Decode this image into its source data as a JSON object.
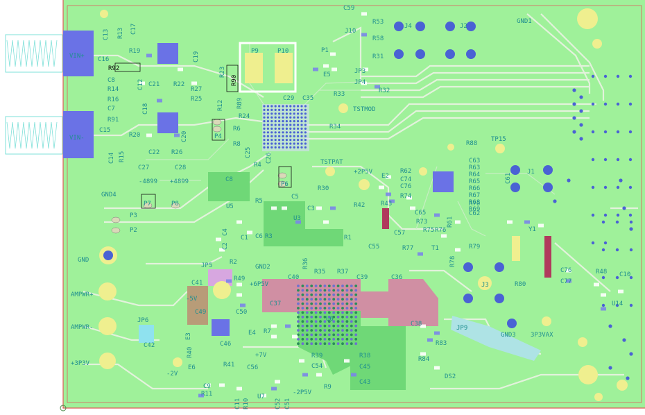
{
  "colors": {
    "board": "#9ff19a",
    "silk": "#1f8f8f",
    "trace": "#e3f2dc",
    "edge_outline": "#e05a5a",
    "pad_yellow": "#efef8f",
    "via": "#4a62d4",
    "comp_blue": "#6a72e6",
    "region_pink": "#d08fa3",
    "region_green": "#6fd877",
    "sma_outline": "#7ee0d8"
  },
  "labels": {
    "C13": "C13",
    "R13": "R13",
    "C17": "C17",
    "R19": "R19",
    "VIN_P": "VIN+",
    "VIN_N": "VIN-",
    "C16": "C16",
    "C15": "C15",
    "R92": "R92",
    "C8a": "C8",
    "R14": "R14",
    "C12": "C12",
    "C21": "C21",
    "R22": "R22",
    "C19": "C19",
    "R23": "R23",
    "R90": "R90",
    "R27": "R27",
    "R25": "R25",
    "R12": "R12",
    "R89": "R89",
    "R16": "R16",
    "C7": "C7",
    "R91": "R91",
    "C18": "C18",
    "R20": "R20",
    "C22": "C22",
    "R26": "R26",
    "C20": "C20",
    "C14": "C14",
    "R15": "R15",
    "C27": "C27",
    "C28": "C28",
    "N4899a": "-4899",
    "N4899b": "+4899",
    "GND4": "GND4",
    "P7": "P7",
    "P8": "P8",
    "P3": "P3",
    "P2": "P2",
    "GND": "GND",
    "P4": "P4",
    "P9": "P9",
    "P10": "P10",
    "R6": "R6",
    "R8": "R8",
    "C26": "C26",
    "C25": "C25",
    "C29": "C29",
    "C35": "C35",
    "R24": "R24",
    "R4": "R4",
    "P6": "P6",
    "C8b": "C8",
    "U5": "U5",
    "R5": "R5",
    "C5": "C5",
    "C3": "C3",
    "C4": "C4",
    "U3": "U3",
    "C6": "C6",
    "R3": "R3",
    "C2": "C2",
    "C1": "C1",
    "R2": "R2",
    "R1": "R1",
    "C59": "C59",
    "J10": "J10",
    "R53": "R53",
    "R58": "R58",
    "R31": "R31",
    "J4": "J4",
    "J2": "J2",
    "GND1": "GND1",
    "P1": "P1",
    "E5": "E5",
    "JP3": "JP3",
    "JP4": "JP4",
    "R32": "R32",
    "R33": "R33",
    "TSTMOD": "TSTMOD",
    "R34": "R34",
    "TSTPAT": "TSTPAT",
    "R30": "R30",
    "P2P5V": "+2P5V",
    "E2": "E2",
    "R62": "R62",
    "C74": "C74",
    "C76": "C76",
    "R74": "R74",
    "R42": "R42",
    "R43": "R43",
    "C55": "C55",
    "C57": "C57",
    "C65": "C65",
    "R73": "R73",
    "R75": "R75",
    "R76": "R76",
    "R61": "R61",
    "R77": "R77",
    "T1": "T1",
    "R79": "R79",
    "R78": "R78",
    "R88": "R88",
    "TP15": "TP15",
    "C63": "C63",
    "R63": "R63",
    "R64": "R64",
    "R65": "R65",
    "R66": "R66",
    "R67": "R67",
    "R68": "R68",
    "R69": "R69",
    "R70": "R70",
    "C62": "C62",
    "C61": "C61",
    "J1": "J1",
    "Y1": "Y1",
    "C76b": "C76",
    "C77": "C77",
    "J3": "J3",
    "R80": "R80",
    "R48": "R48",
    "C10": "C10",
    "U14": "U14",
    "GND3": "GND3",
    "P3P3VAX": "3P3VAX",
    "GND2": "GND2",
    "JP5": "JP5",
    "C41": "C41",
    "R49": "R49",
    "P6P5V": "+6P5V",
    "R35": "R35",
    "R36": "R36",
    "R37": "R37",
    "C39": "C39",
    "C40": "C40",
    "C36": "C36",
    "C37": "C37",
    "C38": "C38",
    "U6": "U6",
    "C49": "C49",
    "C50": "C50",
    "N5V": "-5V",
    "E3": "E3",
    "E4": "E4",
    "C46": "C46",
    "R40": "R40",
    "R41": "R41",
    "C56": "C56",
    "E6": "E6",
    "P7V": "+7V",
    "N2V": "-2V",
    "R7": "R7",
    "R39": "R39",
    "C54": "C54",
    "R38": "R38",
    "C45": "C45",
    "C43": "C43",
    "R9": "R9",
    "C9": "C9",
    "R11": "R11",
    "C11": "C11",
    "R10": "R10",
    "U7": "U7",
    "C52": "C52",
    "C51": "C51",
    "N2P5V": "-2P5V",
    "R83": "R83",
    "R84": "R84",
    "DS2": "DS2",
    "JP9": "JP9",
    "AMPWR_P": "AMPWR+",
    "AMPWR_N": "AMPWR-",
    "JP6": "JP6",
    "C42": "C42",
    "P3P3V": "+3P3V",
    "R19b": "R19"
  }
}
